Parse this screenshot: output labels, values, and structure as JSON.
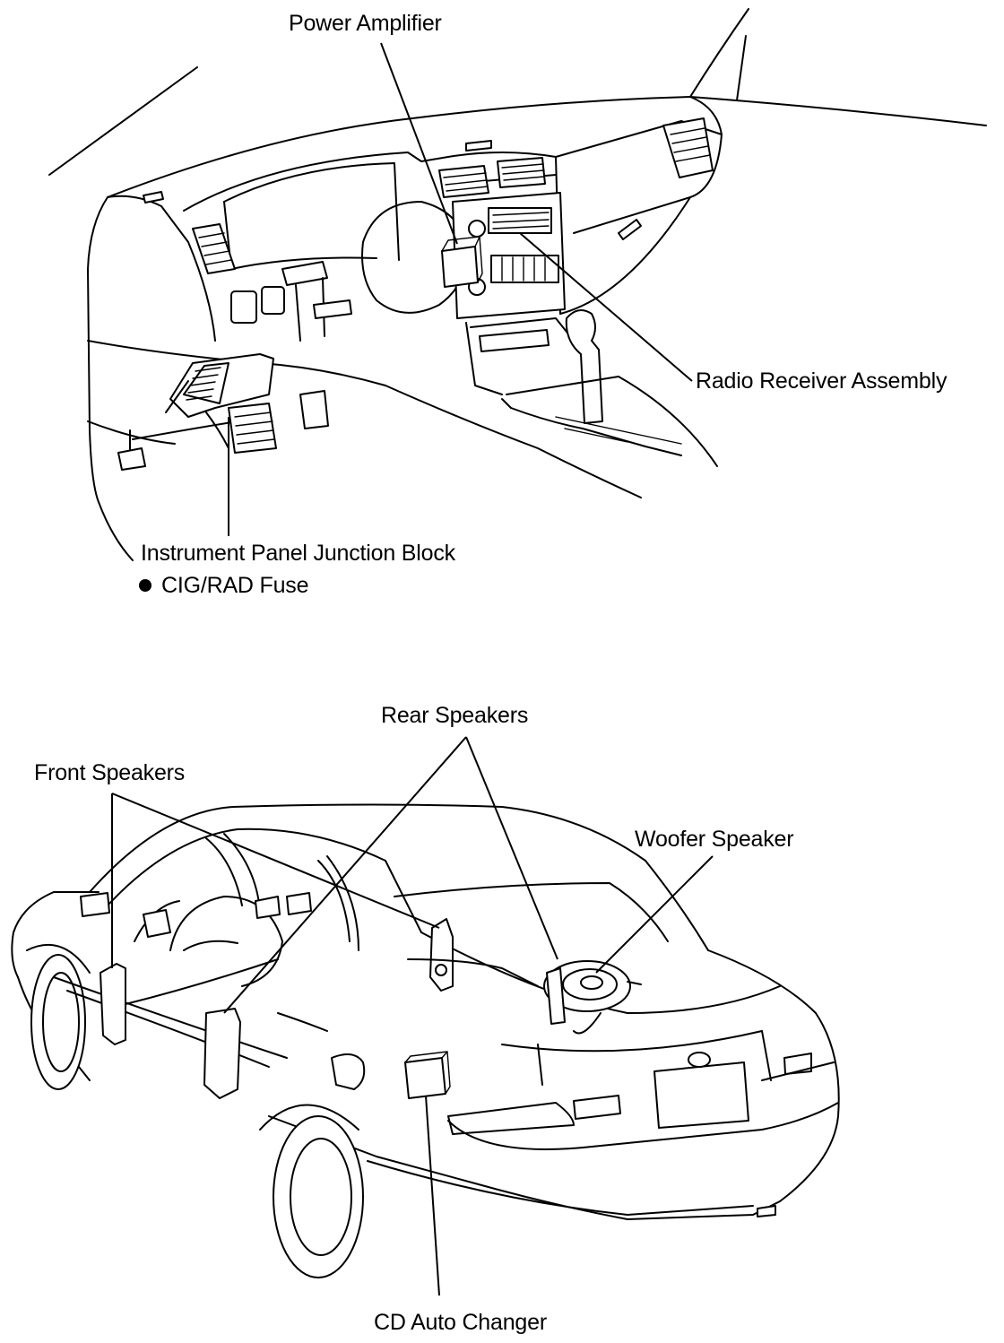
{
  "diagram": {
    "labels": {
      "power_amplifier": "Power Amplifier",
      "radio_receiver": "Radio Receiver Assembly",
      "junction_block": "Instrument Panel Junction Block",
      "fuse": "CIG/RAD Fuse",
      "rear_speakers": "Rear Speakers",
      "front_speakers": "Front Speakers",
      "woofer_speaker": "Woofer Speaker",
      "cd_changer": "CD Auto Changer"
    }
  }
}
